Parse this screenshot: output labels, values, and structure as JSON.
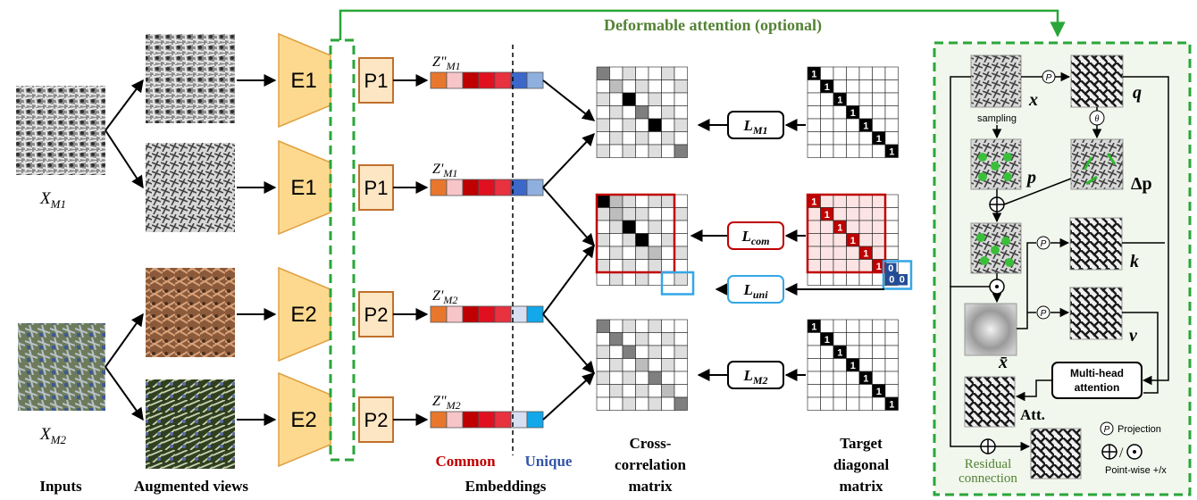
{
  "colors": {
    "encoder_fill": "#fcd98f",
    "encoder_stroke": "#e0a040",
    "projector_fill": "#fde6c3",
    "projector_stroke": "#c0702c",
    "dashed_green": "#2aa63a",
    "panel_bg": "#f1f7ec",
    "common_red": "#c00000",
    "unique_blue": "#3355aa",
    "deform_text": "#548235",
    "lcom_border": "#c00000",
    "luni_border": "#33a6e6",
    "target_red": "#c00000"
  },
  "top_label": "Deformable attention (optional)",
  "inputs": {
    "xm1": "X_M1",
    "xm2": "X_M2"
  },
  "encoders": [
    "E1",
    "E1",
    "E2",
    "E2"
  ],
  "projectors": [
    "P1",
    "P1",
    "P2",
    "P2"
  ],
  "embedding_labels": [
    "Z\"M1",
    "Z'M1",
    "Z'M2",
    "Z\"M2"
  ],
  "embedding_colors": [
    [
      "#e8772e",
      "#f7c4c8",
      "#c00000",
      "#e01020",
      "#e83240",
      "#3b68c9",
      "#8fb0de"
    ],
    [
      "#e8772e",
      "#f7c4c8",
      "#c00000",
      "#e01020",
      "#e83240",
      "#3b68c9",
      "#8fb0de"
    ],
    [
      "#e8772e",
      "#f7c4c8",
      "#c00000",
      "#e01020",
      "#e83240",
      "#d6e0f2",
      "#12a8ea"
    ],
    [
      "#e8772e",
      "#f7c4c8",
      "#c00000",
      "#e01020",
      "#e83240",
      "#d6e0f2",
      "#12a8ea"
    ]
  ],
  "losses": [
    "L_M1",
    "L_com",
    "L_uni",
    "L_M2"
  ],
  "target_values": {
    "one": "1",
    "zero": "0"
  },
  "bottom_labels": {
    "inputs": "Inputs",
    "augmented": "Augmented views",
    "common": "Common",
    "unique": "Unique",
    "embeddings": "Embeddings",
    "cross": [
      "Cross-",
      "correlation",
      "matrix"
    ],
    "target": [
      "Target",
      "diagonal",
      "matrix"
    ]
  },
  "cross_matrices": [
    [
      [
        3,
        0,
        1,
        0,
        0,
        1,
        0
      ],
      [
        0,
        2,
        0,
        1,
        0,
        0,
        1
      ],
      [
        1,
        0,
        4,
        0,
        1,
        0,
        0
      ],
      [
        0,
        1,
        0,
        3,
        0,
        1,
        0
      ],
      [
        1,
        0,
        1,
        0,
        4,
        0,
        1
      ],
      [
        0,
        1,
        0,
        1,
        0,
        1,
        0
      ],
      [
        1,
        0,
        1,
        0,
        1,
        0,
        3
      ]
    ],
    [
      [
        4,
        2,
        1,
        0,
        1,
        1,
        0
      ],
      [
        1,
        2,
        1,
        1,
        0,
        0,
        1
      ],
      [
        0,
        1,
        4,
        0,
        1,
        0,
        0
      ],
      [
        1,
        0,
        1,
        4,
        0,
        1,
        0
      ],
      [
        0,
        1,
        0,
        1,
        2,
        0,
        1
      ],
      [
        1,
        0,
        1,
        0,
        1,
        0,
        0
      ],
      [
        0,
        1,
        0,
        1,
        0,
        0,
        1
      ]
    ],
    [
      [
        3,
        0,
        1,
        0,
        1,
        0,
        0
      ],
      [
        0,
        3,
        0,
        1,
        0,
        1,
        0
      ],
      [
        1,
        0,
        3,
        0,
        1,
        0,
        1
      ],
      [
        0,
        1,
        0,
        2,
        0,
        1,
        0
      ],
      [
        1,
        0,
        1,
        0,
        3,
        0,
        0
      ],
      [
        0,
        1,
        0,
        1,
        0,
        2,
        0
      ],
      [
        0,
        0,
        1,
        0,
        1,
        0,
        3
      ]
    ]
  ],
  "panel": {
    "sampling": "sampling",
    "x": "x",
    "q": "q",
    "p": "p",
    "dp": "Δp",
    "k": "k",
    "v": "v",
    "xbar": "x̄",
    "proj_symbol": "P",
    "theta": "θ",
    "mha": [
      "Multi-head",
      "attention"
    ],
    "att": "Att.",
    "residual": [
      "Residual",
      "connection"
    ],
    "legend_projection": "Projection",
    "legend_pointwise": "Point-wise +/x"
  }
}
